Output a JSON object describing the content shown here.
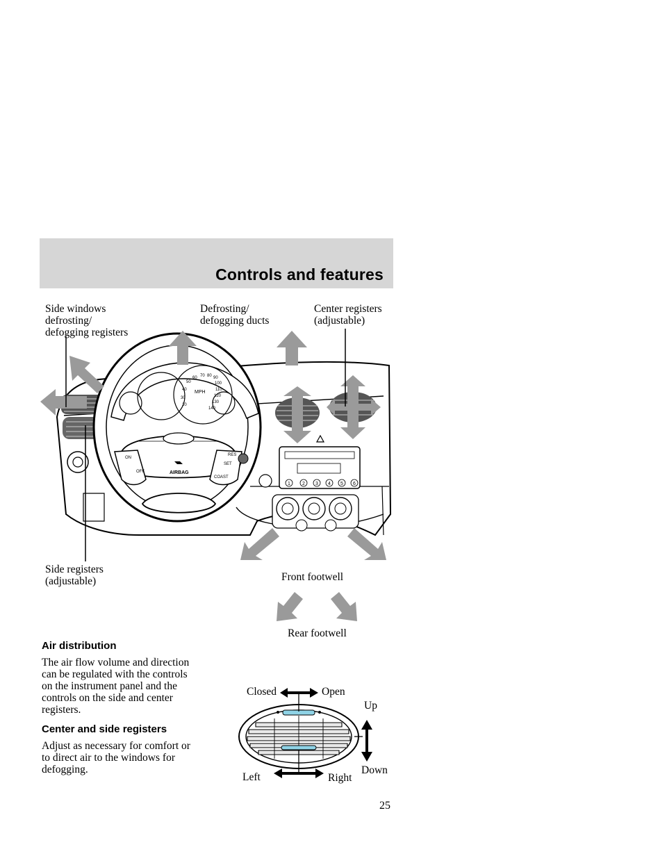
{
  "header": {
    "title": "Controls and features"
  },
  "diagram": {
    "callouts": {
      "side_windows": "Side windows\ndefrosting/\ndefogging registers",
      "defrosting_ducts": "Defrosting/\ndefogging ducts",
      "center_registers": "Center registers\n(adjustable)",
      "side_registers": "Side registers\n(adjustable)",
      "front_footwell": "Front footwell",
      "rear_footwell": "Rear footwell"
    },
    "panel_marks": {
      "mph": "MPH",
      "airbag": "AIRBAG",
      "on": "ON",
      "off": "OFF",
      "res": "RES",
      "set_acc": "SET",
      "coast": "COAST",
      "preset_1": "1",
      "preset_2": "2",
      "preset_3": "3",
      "preset_4": "4",
      "preset_5": "5",
      "preset_6": "6"
    },
    "speed_marks": [
      "20",
      "30",
      "40",
      "50",
      "60",
      "70",
      "80",
      "90",
      "100",
      "110",
      "120",
      "130",
      "140"
    ]
  },
  "section": {
    "heading": "Air distribution",
    "body": "The air flow volume and direction\ncan be regulated with the controls\non the instrument panel and the\ncontrols on the side and center\nregisters.",
    "subheading": "Center and side registers",
    "sub_body": "Adjust as necessary for comfort or\nto direct air to the windows for\ndefogging."
  },
  "register_diagram": {
    "closed": "Closed",
    "open": "Open",
    "up": "Up",
    "down": "Down",
    "left": "Left",
    "right": "Right"
  },
  "page_number": "25",
  "colors": {
    "header_band": "#d6d6d6",
    "arrow_gray": "#9a9a9a",
    "register_slider": "#8fd3e6"
  }
}
